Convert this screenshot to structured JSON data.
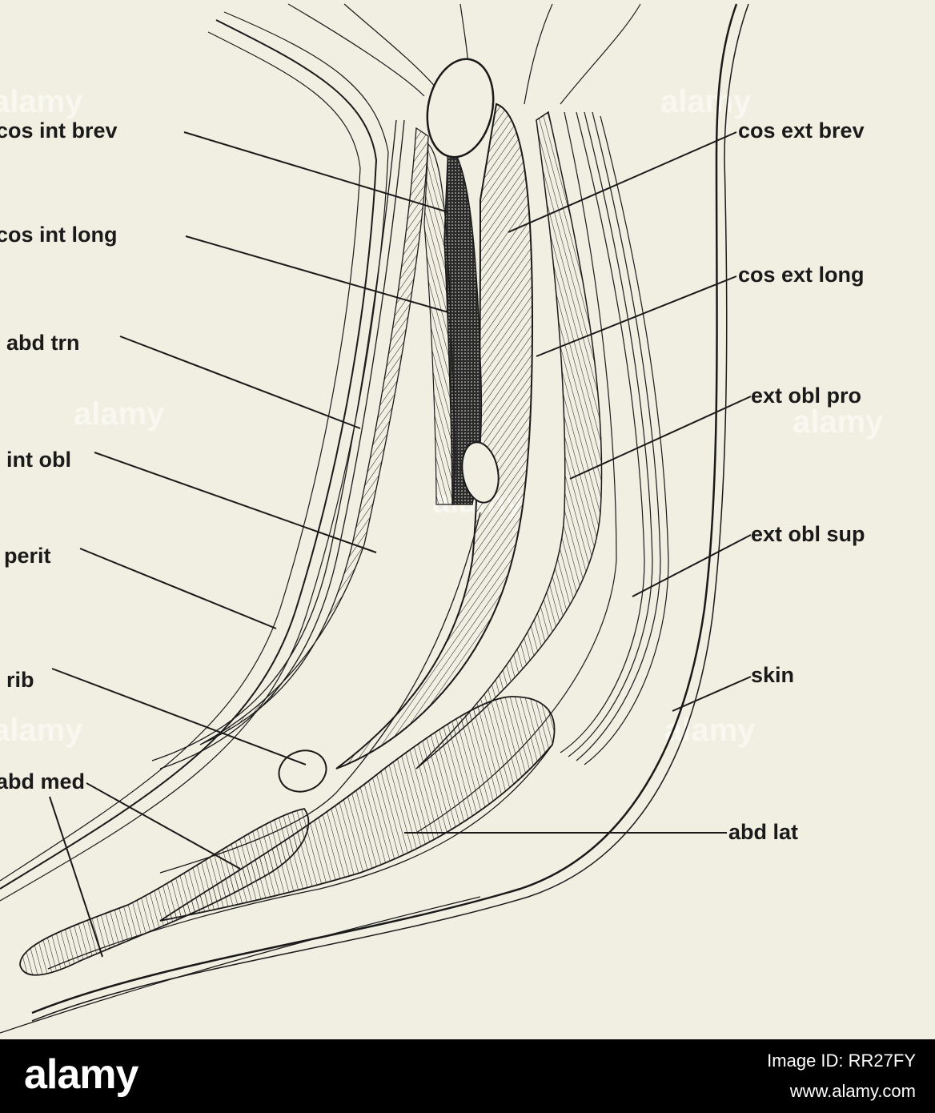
{
  "labels": {
    "cos_int_brev": "cos int brev",
    "cos_int_long": "cos int long",
    "abd_trn": "abd trn",
    "int_obl": "int obl",
    "perit": "perit",
    "rib": "rib",
    "abd_med": "abd med",
    "cos_ext_brev": "cos ext brev",
    "cos_ext_long": "cos ext long",
    "ext_obl_pro": "ext obl pro",
    "ext_obl_sup": "ext obl sup",
    "skin": "skin",
    "abd_lat": "abd lat"
  },
  "watermark": "alamy",
  "footer": {
    "logo": "alamy",
    "image_id": "Image ID: RR27FY",
    "url": "www.alamy.com"
  },
  "colors": {
    "paper": "#f1efe2",
    "ink": "#1a1a1a",
    "footer_bg": "#000000"
  }
}
